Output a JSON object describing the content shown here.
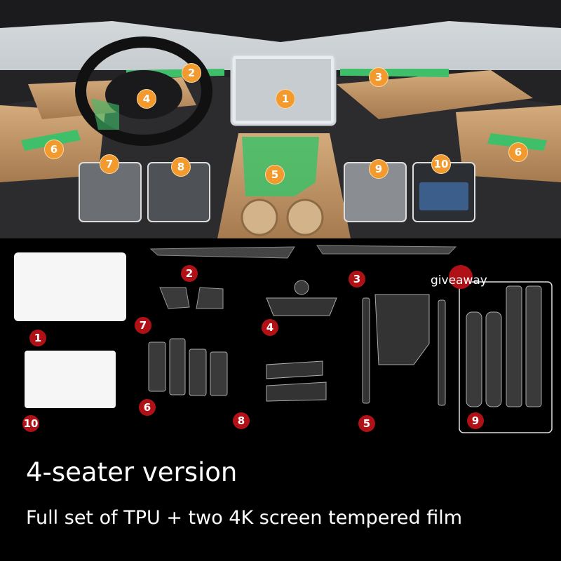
{
  "photo_markers": [
    "1",
    "2",
    "3",
    "4",
    "5",
    "6",
    "6",
    "7",
    "8",
    "9",
    "10"
  ],
  "parts_markers": [
    "1",
    "2",
    "3",
    "4",
    "5",
    "6",
    "7",
    "8",
    "9",
    "10"
  ],
  "giveaway_label": "giveaway",
  "version_title": "4-seater version",
  "version_subtitle": "Full set of TPU + two 4K screen tempered film",
  "colors": {
    "marker_orange": "#f29a2e",
    "marker_red": "#b01116",
    "film_green": "#3fbf6a",
    "leather_tan": "#c49a6c"
  }
}
